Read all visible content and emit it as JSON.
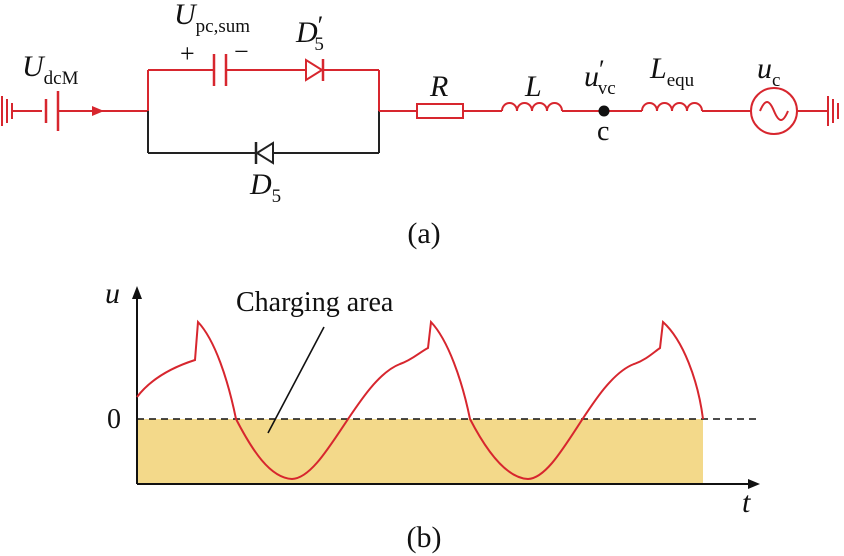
{
  "colors": {
    "circuit_red": "#d7262e",
    "circuit_black": "#222222",
    "charging_fill": "#f3d98a"
  },
  "circuit": {
    "source_label": {
      "main": "U",
      "sub": "dcM"
    },
    "capacitor_label": {
      "main": "U",
      "sub": "pc,sum",
      "plus": "+",
      "minus": "−"
    },
    "diode_top_label": {
      "main": "D",
      "prime": "′",
      "sub": "5"
    },
    "diode_bottom_label": {
      "main": "D",
      "sub": "5"
    },
    "resistor_label": "R",
    "inductor_label": "L",
    "node_voltage_label": {
      "main": "u",
      "prime": "′",
      "sub": "vc"
    },
    "node_label": "c",
    "equiv_inductor_label": {
      "main": "L",
      "sub": "equ"
    },
    "ac_source_label": {
      "main": "u",
      "sub": "c"
    },
    "caption": "(a)"
  },
  "waveform": {
    "y_axis_label": "u",
    "x_axis_label": "t",
    "zero_label": "0",
    "annotation": "Charging area",
    "caption": "(b)"
  }
}
